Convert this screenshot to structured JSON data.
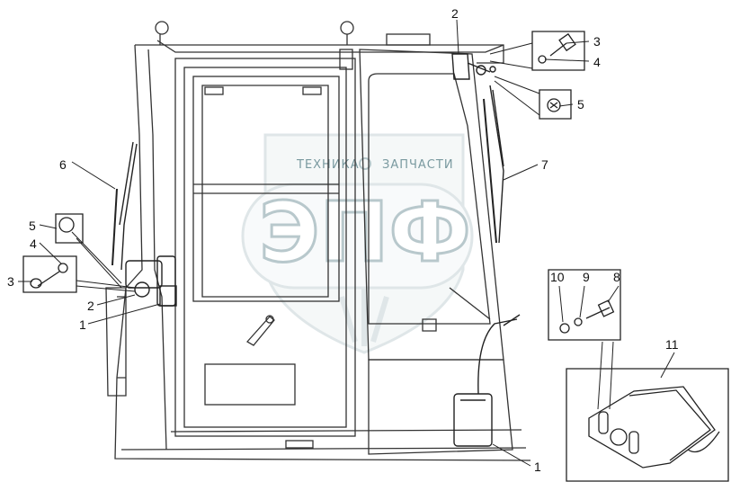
{
  "watermark": {
    "left_text": "ТЕХНИКА",
    "right_text": "ЗАПЧАСТИ",
    "big_text": "ЭПФ"
  },
  "callouts": {
    "c2_top": "2",
    "c3_right": "3",
    "c4_right": "4",
    "c5_right": "5",
    "c7": "7",
    "c6": "6",
    "c5_left": "5",
    "c4_left": "4",
    "c3_left": "3",
    "c2_left": "2",
    "c1_left": "1",
    "c1_bottom": "1",
    "c10": "10",
    "c9": "9",
    "c8": "8",
    "c11": "11"
  }
}
